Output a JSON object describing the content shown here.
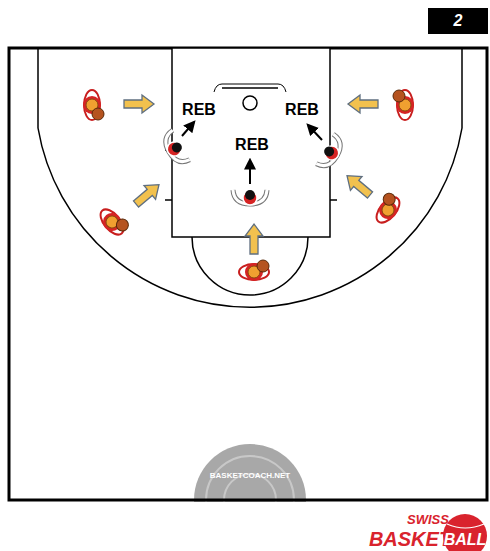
{
  "diagram": {
    "nodes": [
      {
        "text": [
          "2"
        ]
      }
    ],
    "labels": [
      "REB",
      "REB",
      "REB",
      "BASKETCOACH.NET",
      "SWISS",
      "BASKET",
      "BALL"
    ]
  }
}
